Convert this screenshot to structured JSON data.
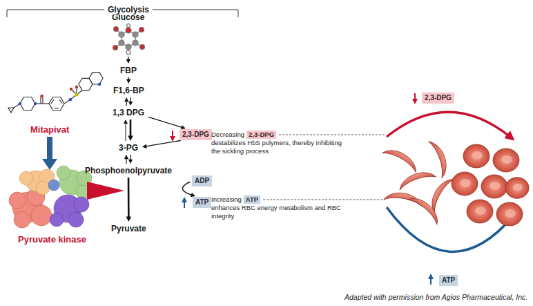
{
  "diagram": {
    "title": "Glycolysis",
    "caption": "Adapted with permission from Agios Pharmaceutical, Inc.",
    "nodes": [
      {
        "text": [
          "Glucose"
        ]
      },
      {
        "text": [
          "FBP"
        ]
      },
      {
        "text": [
          "F1,6-BP"
        ]
      },
      {
        "text": [
          "1,3 DPG"
        ]
      },
      {
        "text": [
          "2,3-DPG"
        ]
      },
      {
        "text": [
          "2,3-DPG"
        ]
      },
      {
        "text": [
          "2,3-DPG"
        ]
      },
      {
        "text": [
          "3-PG"
        ]
      },
      {
        "text": [
          "Phosphoenolpyruvate"
        ]
      },
      {
        "text": [
          "ADP"
        ]
      },
      {
        "text": [
          "ATP"
        ]
      },
      {
        "text": [
          "ATP"
        ]
      },
      {
        "text": [
          "Pyruvate"
        ]
      },
      {
        "text": [
          "ATP"
        ]
      }
    ],
    "edges": [
      {
        "from": 0,
        "to": 1,
        "arrow": "to"
      },
      {
        "from": 1,
        "to": 2,
        "arrow": "to"
      },
      {
        "from": 2,
        "to": 3,
        "arrow": "both"
      },
      {
        "from": 3,
        "to": 5,
        "arrow": "to"
      },
      {
        "from": 5,
        "to": 7,
        "arrow": "to"
      },
      {
        "from": 3,
        "to": 7,
        "arrow": "both"
      },
      {
        "from": 7,
        "to": 8,
        "arrow": "both"
      },
      {
        "from": 8,
        "to": 12,
        "arrow": "to"
      },
      {
        "from": 9,
        "to": 11,
        "arrow": "to"
      }
    ],
    "labels": [
      "Mitapivat",
      "Decreasing",
      "destabilizes HbS polymers, thereby inhibiting the sickling process",
      "Increasing",
      "enhances RBC energy metabolism and RBC integrity",
      "Pyruvate kinase"
    ]
  }
}
